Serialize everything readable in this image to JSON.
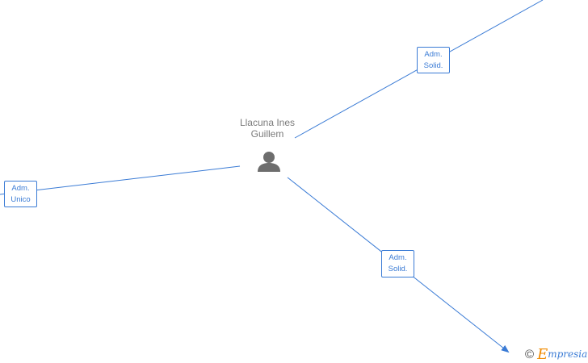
{
  "person": {
    "name_line1": "Llacuna Ines",
    "name_line2": "Guillem",
    "icon": "person-icon"
  },
  "relations": [
    {
      "line1": "Adm.",
      "line2": "Solid."
    },
    {
      "line1": "Adm.",
      "line2": "Unico"
    },
    {
      "line1": "Adm.",
      "line2": "Solid."
    }
  ],
  "brand": {
    "copyright": "©",
    "initial": "E",
    "rest": "mpresia"
  },
  "colors": {
    "edge": "#3a7bd5",
    "person": "#6d6d6d",
    "brand_orange": "#f08a00",
    "label": "#7a7a7a"
  }
}
